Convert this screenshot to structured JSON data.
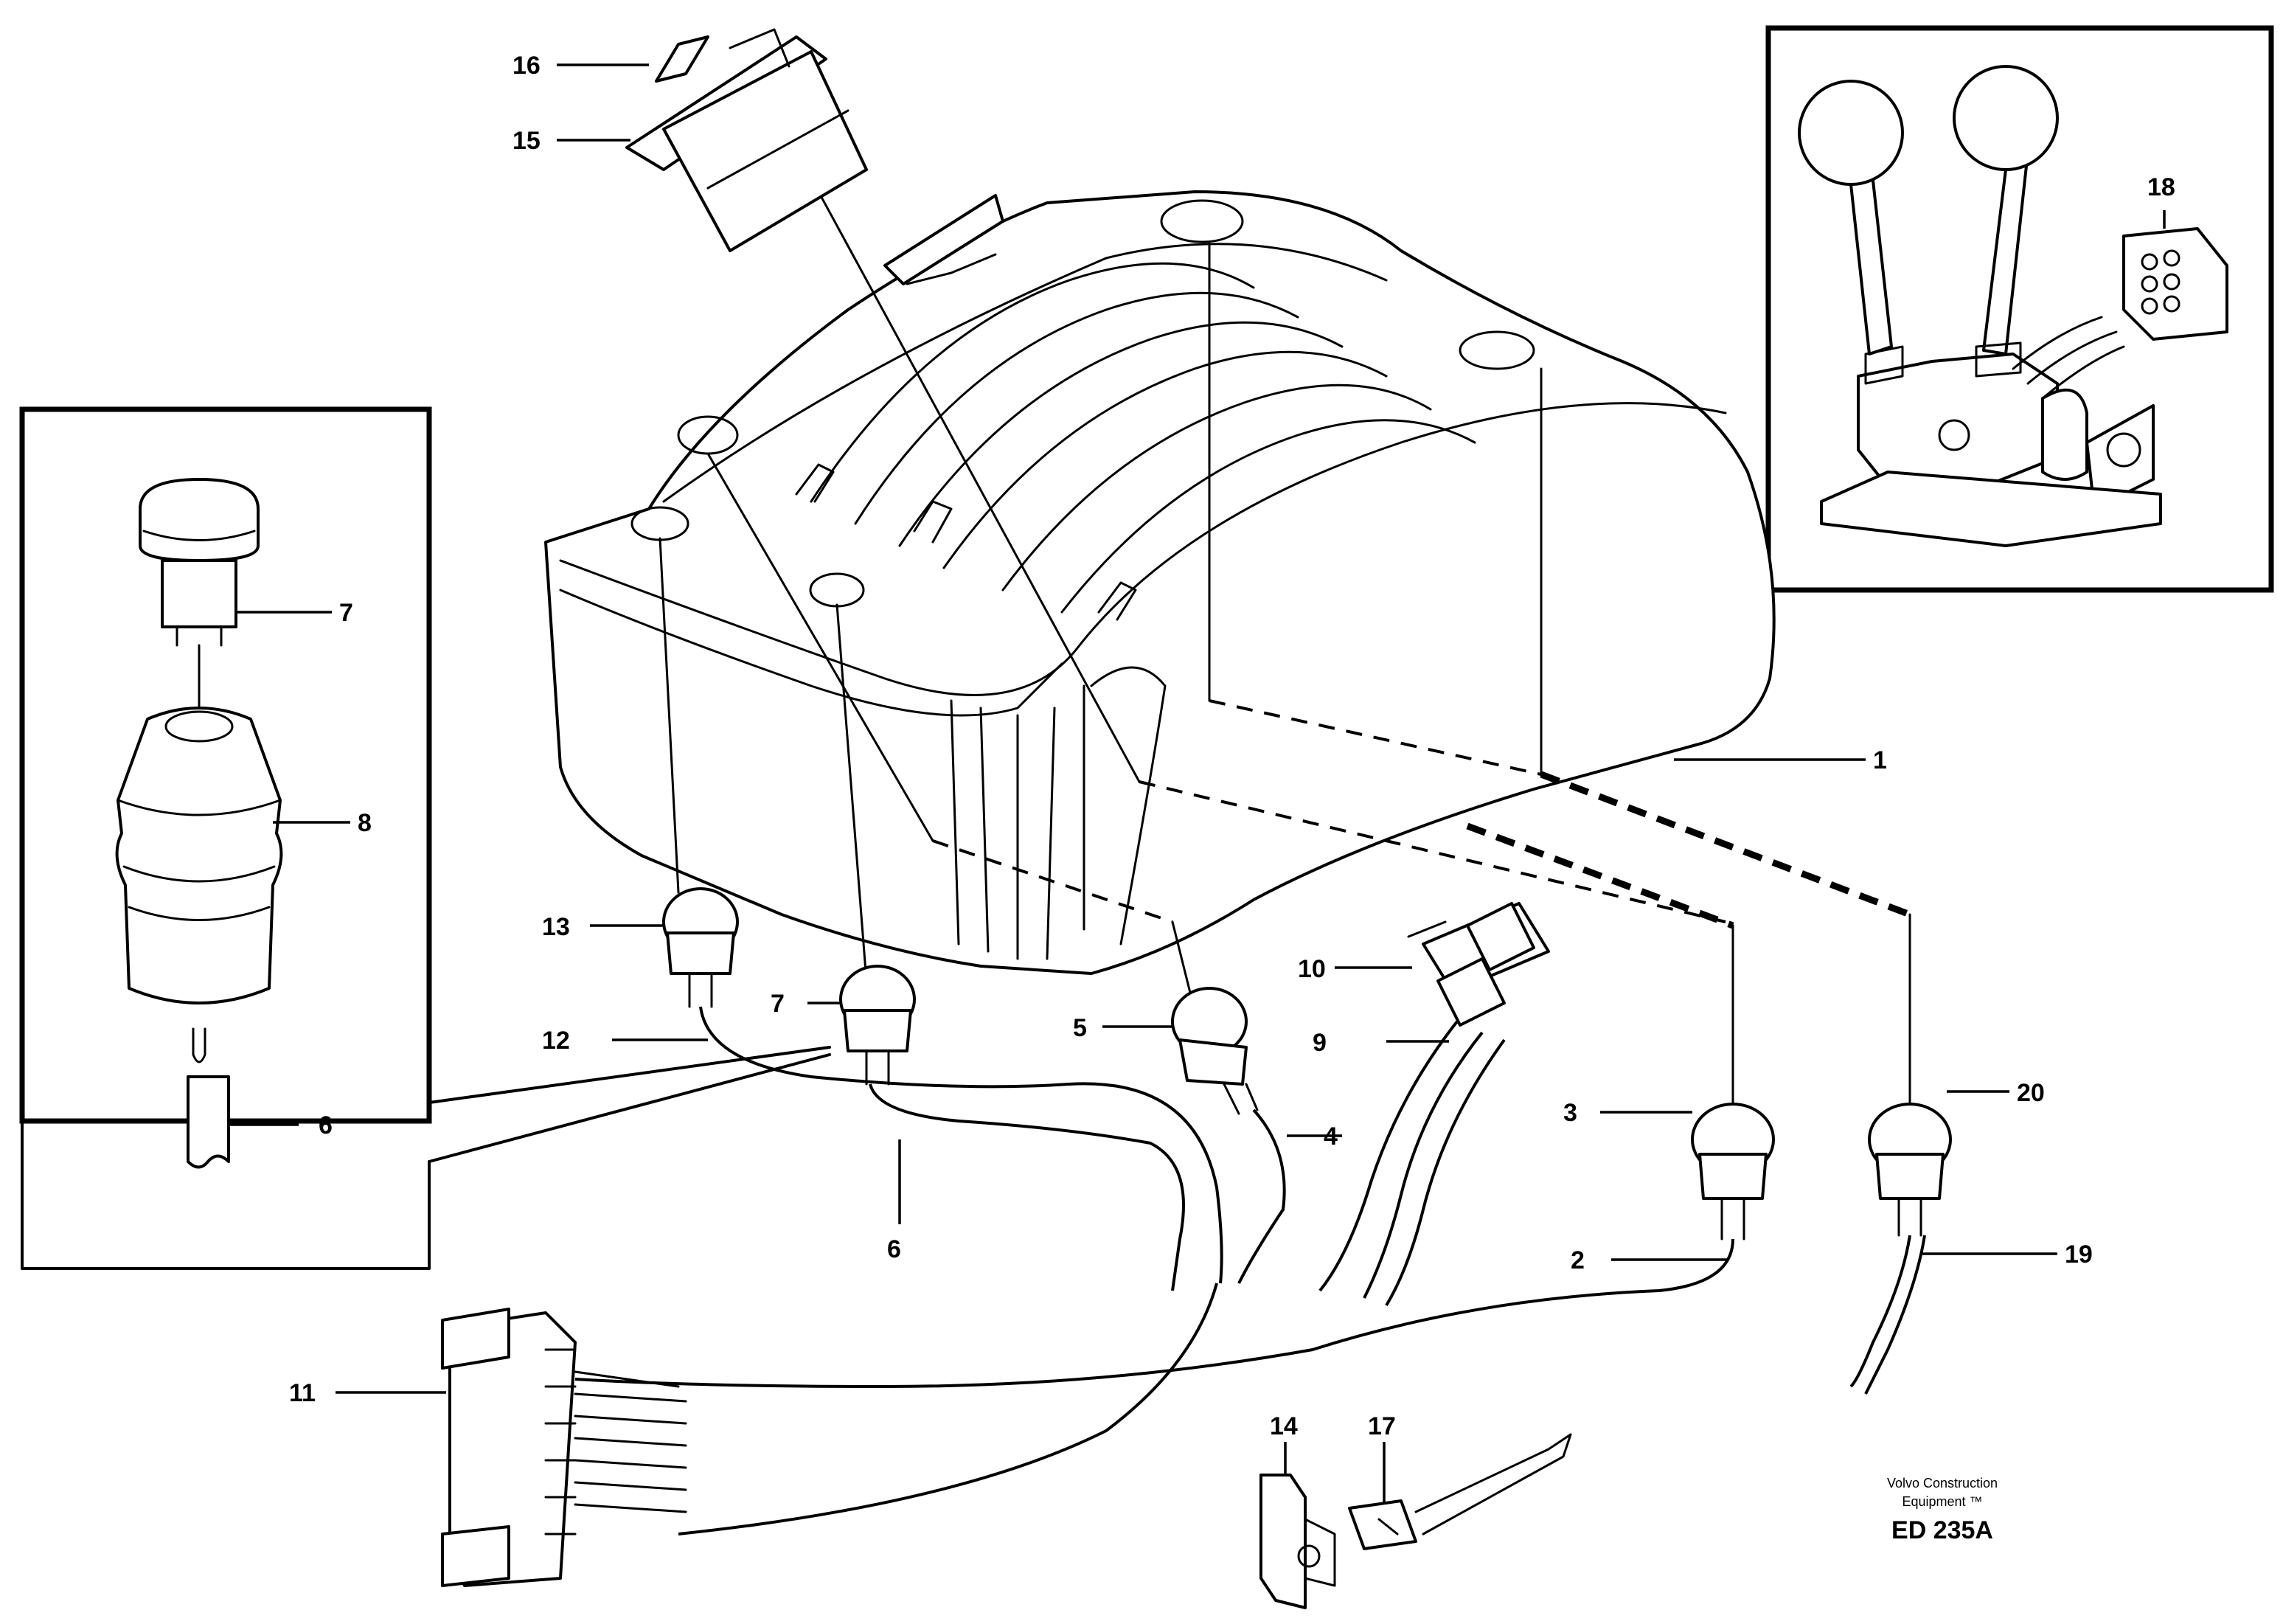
{
  "labels": {
    "p1": "1",
    "p2": "2",
    "p3": "3",
    "p4": "4",
    "p5": "5",
    "p6a": "6",
    "p6b": "6",
    "p7a": "7",
    "p7b": "7",
    "p8": "8",
    "p9": "9",
    "p10": "10",
    "p11": "11",
    "p12": "12",
    "p13": "13",
    "p14": "14",
    "p15": "15",
    "p16": "16",
    "p17": "17",
    "p18": "18",
    "p19": "19",
    "p20": "20"
  },
  "caption": {
    "line1": "Volvo Construction",
    "line2": "Equipment ™",
    "code": "ED 235A"
  }
}
